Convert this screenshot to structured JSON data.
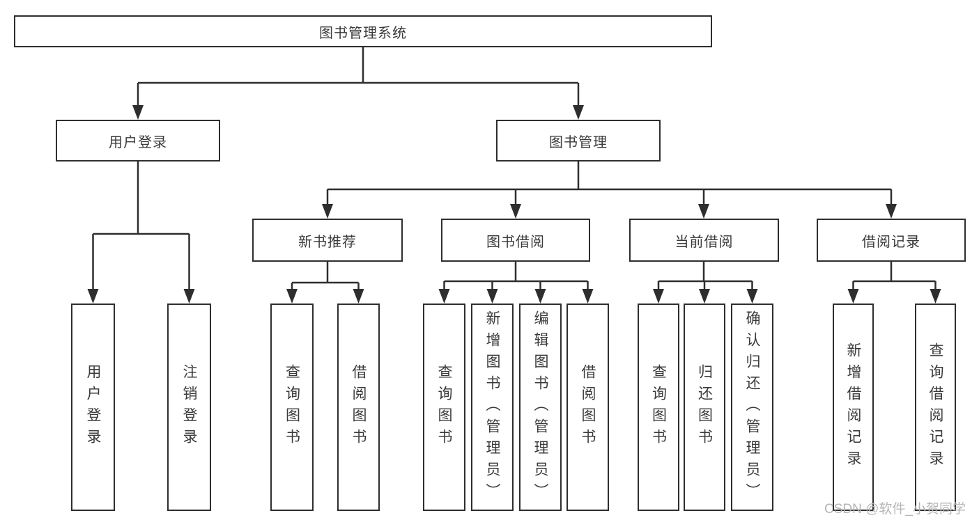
{
  "diagram_type": "hierarchy-tree",
  "colors": {
    "line": "#2e2e2e",
    "box_border": "#2e2e2e",
    "box_fill": "#ffffff",
    "text": "#3a3a3a",
    "watermark": "#b5b5b5",
    "background": "#ffffff"
  },
  "watermark": {
    "text": "CSDN @软件_小贺同学"
  },
  "tree": {
    "label": "图书管理系统",
    "children": [
      {
        "label": "用户登录",
        "children": [
          {
            "label": "用户登录"
          },
          {
            "label": "注销登录"
          }
        ]
      },
      {
        "label": "图书管理",
        "children": [
          {
            "label": "新书推荐",
            "children": [
              {
                "label": "查询图书"
              },
              {
                "label": "借阅图书"
              }
            ]
          },
          {
            "label": "图书借阅",
            "children": [
              {
                "label": "查询图书"
              },
              {
                "label": "新增图书（管理员）"
              },
              {
                "label": "编辑图书（管理员）"
              },
              {
                "label": "借阅图书"
              }
            ]
          },
          {
            "label": "当前借阅",
            "children": [
              {
                "label": "查询图书"
              },
              {
                "label": "归还图书"
              },
              {
                "label": "确认归还（管理员）"
              }
            ]
          },
          {
            "label": "借阅记录",
            "children": [
              {
                "label": "新增借阅记录"
              },
              {
                "label": "查询借阅记录"
              }
            ]
          }
        ]
      }
    ]
  }
}
